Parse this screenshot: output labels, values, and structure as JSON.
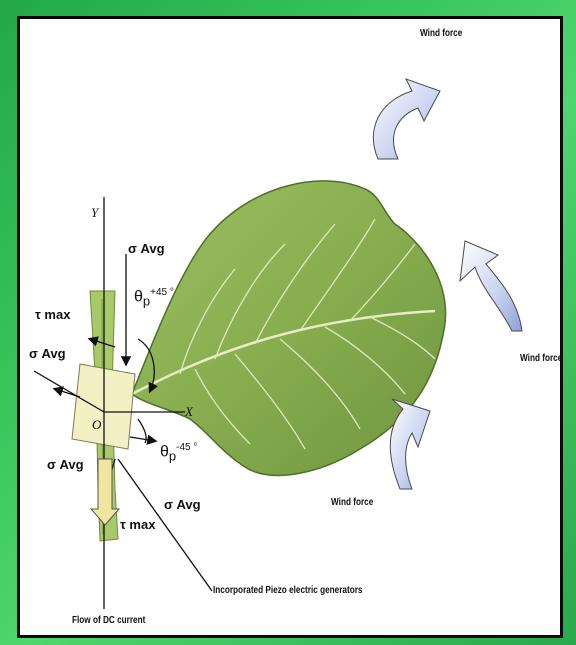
{
  "labels": {
    "wind_force_top": "Wind force",
    "wind_force_right": "Wind force",
    "wind_force_bottom": "Wind force",
    "axis_y": "Y",
    "axis_x": "X",
    "origin": "O",
    "sigma_avg_top": "σ Avg",
    "sigma_avg_left": "σ Avg",
    "sigma_avg_lower_left": "σ Avg",
    "sigma_avg_bottom": "σ Avg",
    "tau_max_top": "τ max",
    "tau_max_bottom": "τ max",
    "theta_p_plus": "θ",
    "theta_p_plus_sub": "p",
    "theta_p_plus_sup": "+45 °",
    "theta_p_minus": "θ",
    "theta_p_minus_sub": "p",
    "theta_p_minus_sup": "-45 °",
    "piezo": "Incorporated Piezo electric generators",
    "dc_current": "Flow of DC current"
  },
  "colors": {
    "background_green": "#2aa84c",
    "panel": "#ffffff",
    "leaf": "#8fb457",
    "leaf_vein": "#dfe9b8",
    "stem": "#a8c86a",
    "element_square": "#f3f0c4",
    "arrow_fill": "#b7c3ea",
    "arrow_stroke": "#4a4a4a"
  },
  "icons": {
    "wind_arrows": "curved-arrow-icon",
    "leaf": "leaf-illustration"
  }
}
